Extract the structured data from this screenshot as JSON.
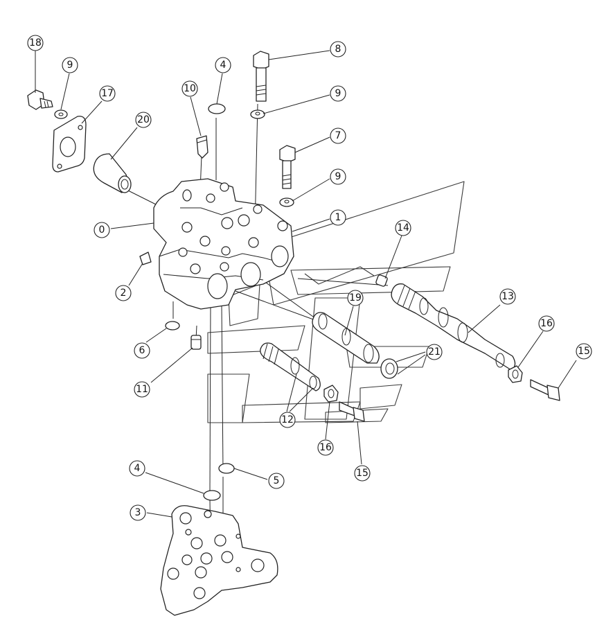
{
  "callouts": [
    {
      "id": "c18",
      "label": "18"
    },
    {
      "id": "c9a",
      "label": "9"
    },
    {
      "id": "c17",
      "label": "17"
    },
    {
      "id": "c20",
      "label": "20"
    },
    {
      "id": "c10",
      "label": "10"
    },
    {
      "id": "c4a",
      "label": "4"
    },
    {
      "id": "c8",
      "label": "8"
    },
    {
      "id": "c9b",
      "label": "9"
    },
    {
      "id": "c7",
      "label": "7"
    },
    {
      "id": "c9c",
      "label": "9"
    },
    {
      "id": "c1",
      "label": "1"
    },
    {
      "id": "c0",
      "label": "0"
    },
    {
      "id": "c14",
      "label": "14"
    },
    {
      "id": "c2",
      "label": "2"
    },
    {
      "id": "c19",
      "label": "19"
    },
    {
      "id": "c13",
      "label": "13"
    },
    {
      "id": "c6",
      "label": "6"
    },
    {
      "id": "c16a",
      "label": "16"
    },
    {
      "id": "c21",
      "label": "21"
    },
    {
      "id": "c15a",
      "label": "15"
    },
    {
      "id": "c11",
      "label": "11"
    },
    {
      "id": "c12",
      "label": "12"
    },
    {
      "id": "c16b",
      "label": "16"
    },
    {
      "id": "c15b",
      "label": "15"
    },
    {
      "id": "c4b",
      "label": "4"
    },
    {
      "id": "c5",
      "label": "5"
    },
    {
      "id": "c3",
      "label": "3"
    }
  ]
}
